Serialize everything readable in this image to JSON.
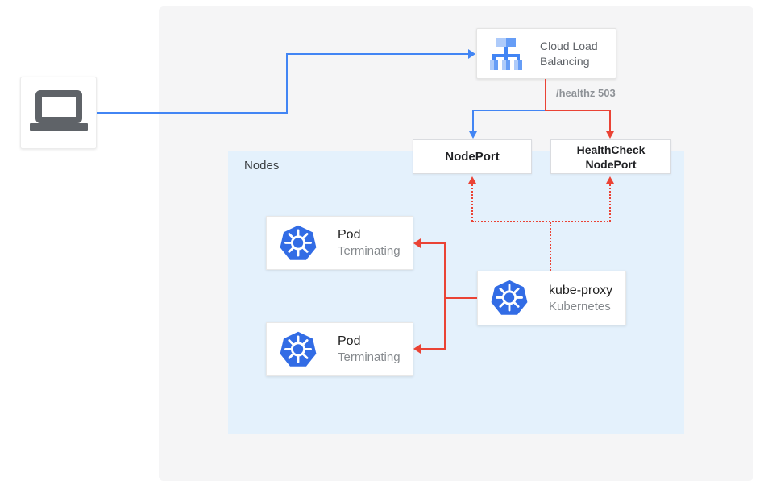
{
  "diagram": {
    "title_implied": "External load balancer traffic to terminating pods",
    "client": {
      "icon": "laptop-icon"
    },
    "cloud_load_balancing": {
      "label": "Cloud Load Balancing",
      "icon": "load-balancer-icon"
    },
    "healthz": {
      "label": "/healthz 503"
    },
    "nodeport": {
      "label": "NodePort"
    },
    "healthcheck_nodeport": {
      "label": "HealthCheck NodePort"
    },
    "nodes_container": {
      "label": "Nodes"
    },
    "pods": [
      {
        "title": "Pod",
        "subtitle": "Terminating",
        "icon": "kubernetes-icon"
      },
      {
        "title": "Pod",
        "subtitle": "Terminating",
        "icon": "kubernetes-icon"
      }
    ],
    "kube_proxy": {
      "title": "kube-proxy",
      "subtitle": "Kubernetes",
      "icon": "kubernetes-icon"
    },
    "colors": {
      "blue_arrow": "#4285f4",
      "red_arrow": "#ea4335",
      "panel_bg": "#f5f5f6",
      "nodes_bg": "#e4f1fc",
      "kubernetes_blue": "#326ce5",
      "icon_gray": "#5f6368",
      "lb_icon_light": "#aecbfa",
      "lb_icon_medium": "#669df6",
      "lb_icon_dark": "#4285f4"
    }
  }
}
